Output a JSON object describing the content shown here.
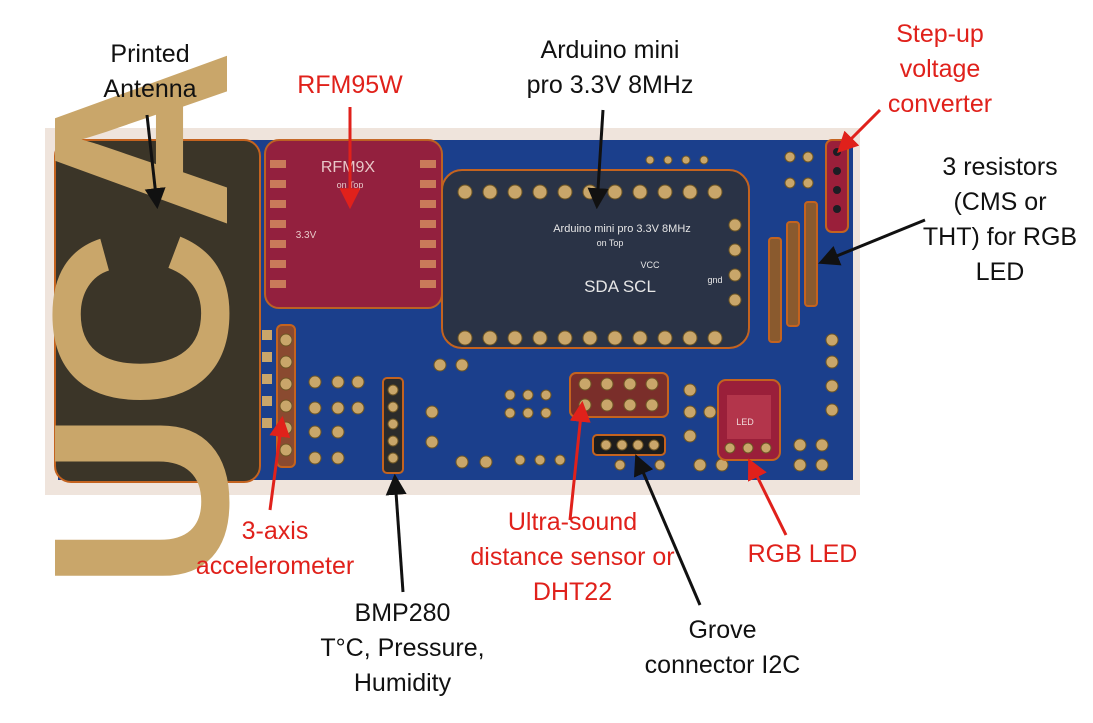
{
  "colors": {
    "black_label": "#111111",
    "red_label": "#e0211b",
    "pcb_blue": "#1b3f8c",
    "pad_gold": "#c9a66a",
    "highlight_orange": "#c4631f",
    "module_red": "#9a1f3a"
  },
  "labels": {
    "printed_antenna": "Printed\nAntenna",
    "rfm95w": "RFM95W",
    "arduino": "Arduino mini\npro 3.3V 8MHz",
    "step_up": "Step-up\nvoltage\nconverter",
    "resistors": "3 resistors\n(CMS or\nTHT) for RGB\nLED",
    "accelerometer": "3-axis\naccelerometer",
    "bmp280": "BMP280\nT°C, Pressure,\nHumidity",
    "ultrasound": "Ultra-sound\ndistance sensor or\nDHT22",
    "grove": "Grove\nconnector I2C",
    "rgb_led": "RGB LED"
  },
  "silkscreen": {
    "rfm_title": "RFM9X",
    "rfm_on_top": "on Top",
    "rfm_voltage": "3.3V",
    "arduino_title": "Arduino mini pro 3.3V 8MHz",
    "arduino_on_top": "on Top",
    "sda_scl": "SDA SCL",
    "vcc": "VCC",
    "gnd": "gnd",
    "led": "LED",
    "uca": "UCA"
  }
}
